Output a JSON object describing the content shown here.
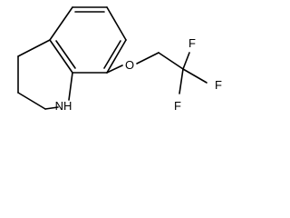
{
  "molecule": {
    "atoms": {
      "oxygen": "O",
      "nitrogen_h": "NH",
      "fluorine_1": "F",
      "fluorine_2": "F",
      "fluorine_3": "F"
    },
    "colors": {
      "bond": "#000000",
      "label": "#000000",
      "background": "#ffffff"
    }
  }
}
